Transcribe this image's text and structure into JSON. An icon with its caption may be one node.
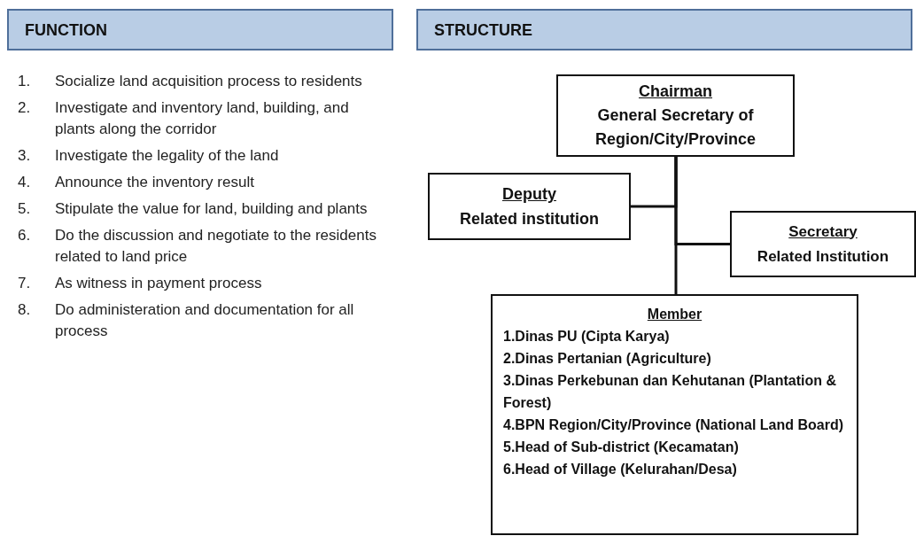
{
  "diagram": {
    "nodes": [
      {
        "text": [
          "FUNCTION"
        ]
      },
      {
        "text": [
          "STRUCTURE"
        ]
      },
      {
        "text": [
          "Chairman",
          "General Secretary of Region/City/Province"
        ]
      },
      {
        "text": [
          "Deputy",
          "Related institution"
        ]
      },
      {
        "text": [
          "Secretary",
          "Related Institution"
        ]
      },
      {
        "text": [
          "Member",
          "1.Dinas PU (Cipta Karya)",
          "2.Dinas Pertanian (Agriculture)",
          "3.Dinas Perkebunan dan Kehutanan (Plantation & Forest)",
          "4.BPN Region/City/Province (National Land Board)",
          "5.Head of Sub-district (Kecamatan)",
          "6.Head of Village (Kelurahan/Desa)"
        ]
      }
    ],
    "edges": [
      {
        "from": 2,
        "to": 3,
        "arrow": "none"
      },
      {
        "from": 2,
        "to": 4,
        "arrow": "none"
      },
      {
        "from": 2,
        "to": 5,
        "arrow": "none"
      }
    ],
    "labels": [
      "1.",
      "Socialize land acquisition process to residents",
      "2.",
      "Investigate and inventory land, building, and plants along the corridor",
      "3.",
      "Investigate the legality of the land",
      "4.",
      "Announce the inventory result",
      "5.",
      "Stipulate the value for  land, building and plants",
      "6.",
      "Do the discussion and negotiate to the residents related to land price",
      "7.",
      "As witness in payment process",
      "8.",
      "Do administeration and documentation for all process"
    ]
  }
}
